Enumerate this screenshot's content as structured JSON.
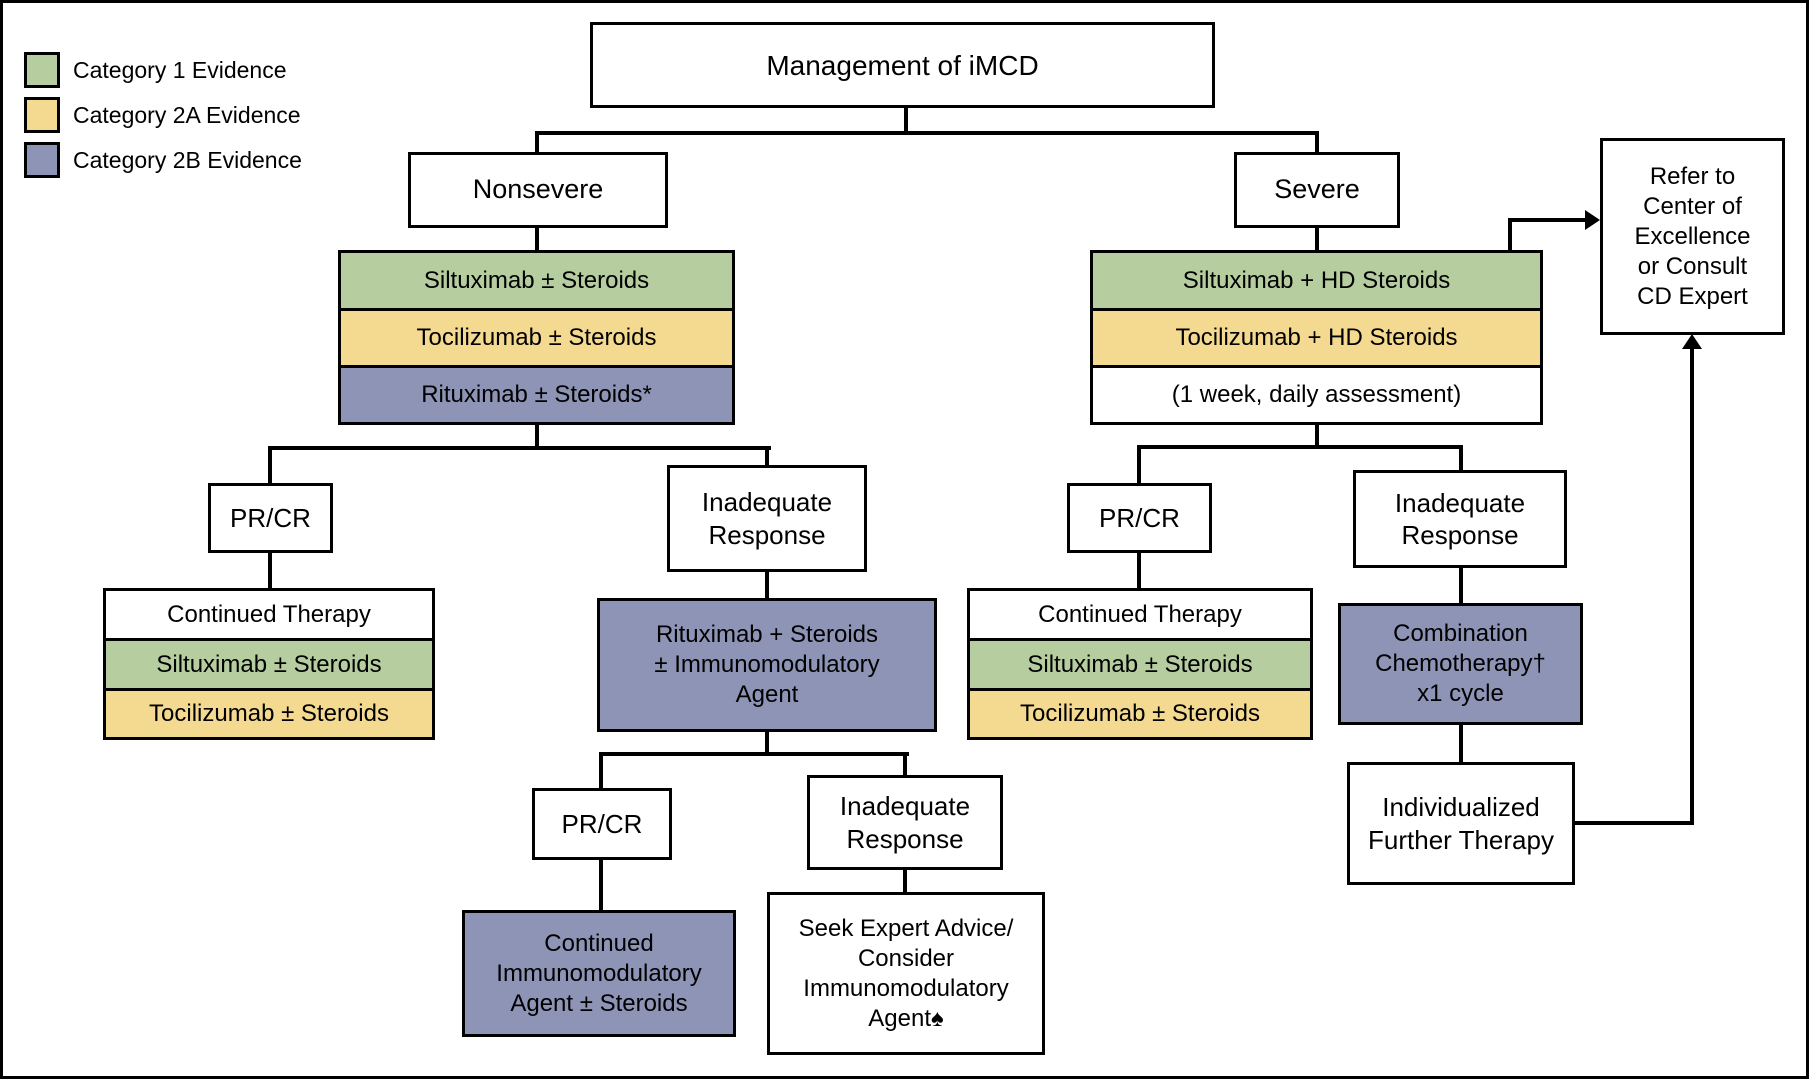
{
  "colors": {
    "category1_green": "#b5cd9f",
    "category2a_yellow": "#f4da90",
    "category2b_blue": "#8d94b6",
    "line_black": "#000000",
    "box_white": "#ffffff"
  },
  "legend": {
    "items": [
      {
        "label": "Category 1 Evidence",
        "category": "1"
      },
      {
        "label": "Category 2A Evidence",
        "category": "2A"
      },
      {
        "label": "Category 2B Evidence",
        "category": "2B"
      }
    ]
  },
  "nodes": {
    "management": "Management of iMCD",
    "nonsevere": "Nonsevere",
    "severe": "Severe",
    "nonsevere_stack": [
      "Siltuximab ± Steroids",
      "Tocilizumab ± Steroids",
      "Rituximab ± Steroids*"
    ],
    "severe_stack": [
      "Siltuximab + HD Steroids",
      "Tocilizumab + HD Steroids",
      "(1 week, daily assessment)"
    ],
    "prcr_nonsevere": "PR/CR",
    "inadequate_nonsevere": [
      "Inadequate",
      "Response"
    ],
    "continued_therapy_nonsevere": [
      "Continued Therapy",
      "Siltuximab ± Steroids",
      "Tocilizumab ± Steroids"
    ],
    "rituximab_combo": [
      "Rituximab + Steroids",
      "± Immunomodulatory",
      "Agent"
    ],
    "prcr_second": "PR/CR",
    "inadequate_second": [
      "Inadequate",
      "Response"
    ],
    "continued_immunomodulatory": [
      "Continued",
      "Immunomodulatory",
      "Agent ± Steroids"
    ],
    "seek_expert": [
      "Seek Expert Advice/",
      "Consider",
      "Immunomodulatory",
      "Agent♠"
    ],
    "prcr_severe": "PR/CR",
    "inadequate_severe": [
      "Inadequate",
      "Response"
    ],
    "continued_therapy_severe": [
      "Continued Therapy",
      "Siltuximab ± Steroids",
      "Tocilizumab ± Steroids"
    ],
    "combination_chemo": [
      "Combination",
      "Chemotherapy†",
      "x1 cycle"
    ],
    "individualized": [
      "Individualized",
      "Further Therapy"
    ],
    "refer": [
      "Refer to",
      "Center of",
      "Excellence",
      "or Consult",
      "CD Expert"
    ]
  }
}
